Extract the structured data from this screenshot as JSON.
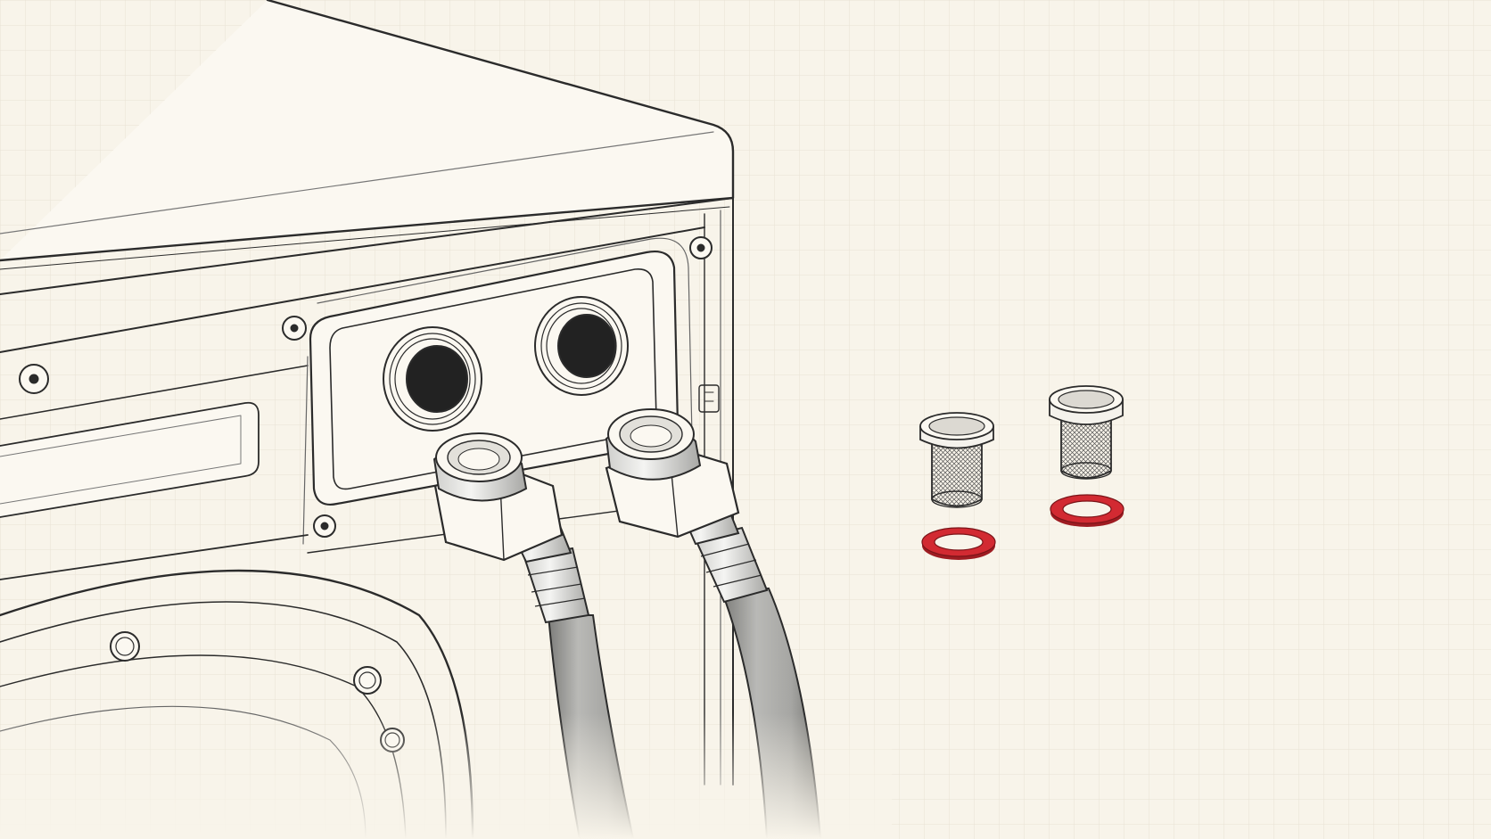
{
  "diagram": {
    "style": "line-art technical illustration on grid paper",
    "colors": {
      "paper": "#f8f4ea",
      "grid": "#e8e2d4",
      "ink": "#2b2b2b",
      "ink_light": "#8a8a8a",
      "hose": "#a9a9a6",
      "hose_shadow": "#7d7d7a",
      "washer_red": "#d22a32",
      "washer_red_dark": "#9e1c22",
      "opening": "#222222"
    },
    "parts": [
      {
        "id": "washing-machine",
        "icon": "washing-machine-back-icon"
      },
      {
        "id": "inlet-port-left",
        "icon": "threaded-inlet-icon"
      },
      {
        "id": "inlet-port-right",
        "icon": "threaded-inlet-icon"
      },
      {
        "id": "hose-left",
        "icon": "braided-hose-icon"
      },
      {
        "id": "hose-right",
        "icon": "braided-hose-icon"
      },
      {
        "id": "filter-screen-small",
        "icon": "mesh-filter-icon"
      },
      {
        "id": "filter-screen-large",
        "icon": "mesh-filter-icon"
      },
      {
        "id": "rubber-washer-small",
        "icon": "red-washer-icon"
      },
      {
        "id": "rubber-washer-large",
        "icon": "red-washer-icon"
      }
    ]
  }
}
